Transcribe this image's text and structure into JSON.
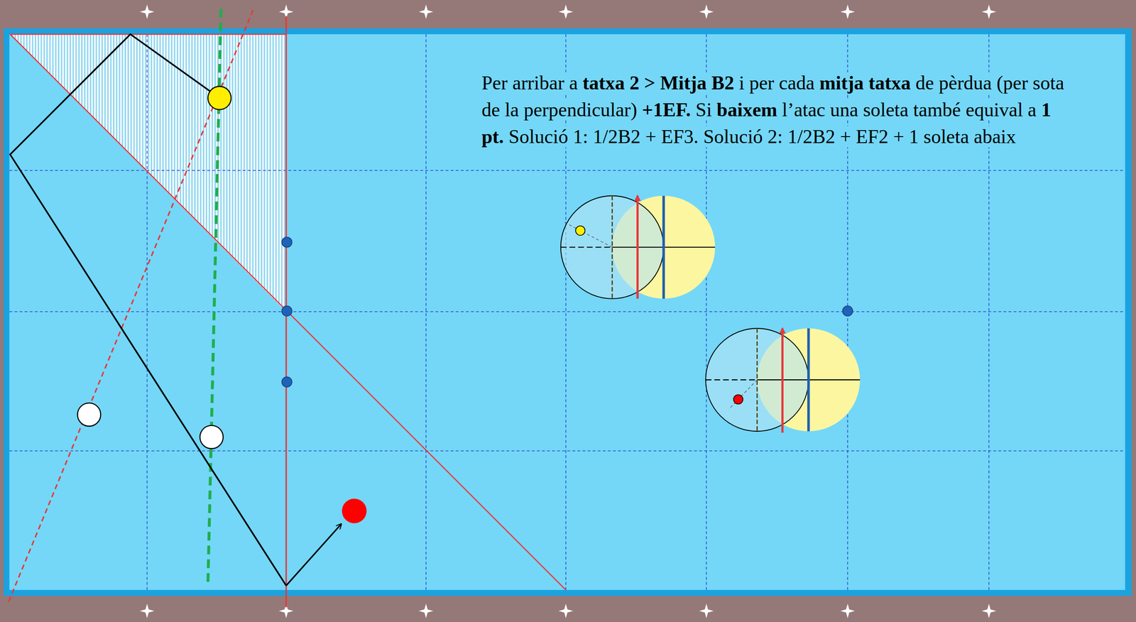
{
  "diagram": {
    "labels": [
      "Per arribar a ",
      "tatxa 2 > Mitja B2",
      " i per cada ",
      "mitja tatxa",
      " de pèrdua (per sota de la perpendicular) ",
      "+1EF.",
      " Si ",
      "baixem",
      " l’atac una soleta també equival a ",
      "1 pt.",
      " Solució 1: 1/2B2 + EF3. Solució 2: 1/2B2 + EF2 + 1 soleta abaix"
    ]
  }
}
